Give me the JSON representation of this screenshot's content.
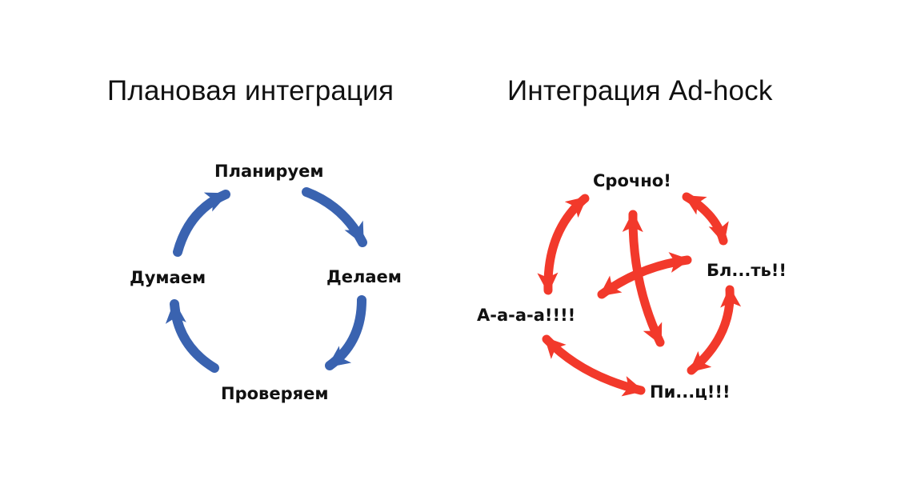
{
  "titles": {
    "planned": "Плановая интеграция",
    "adhoc": "Интеграция Ad-hock"
  },
  "planned_cycle": {
    "nodes": {
      "plan": "Планируем",
      "do": "Делаем",
      "check": "Проверяем",
      "think": "Думаем"
    },
    "arrow_color": "#3a63b0"
  },
  "adhoc_chaos": {
    "nodes": {
      "urgent": "Срочно!",
      "bl": "Бл...ть!!",
      "pi": "Пи...ц!!!",
      "aaa": "А-а-а-а!!!!"
    },
    "arrow_color": "#f2392b"
  }
}
